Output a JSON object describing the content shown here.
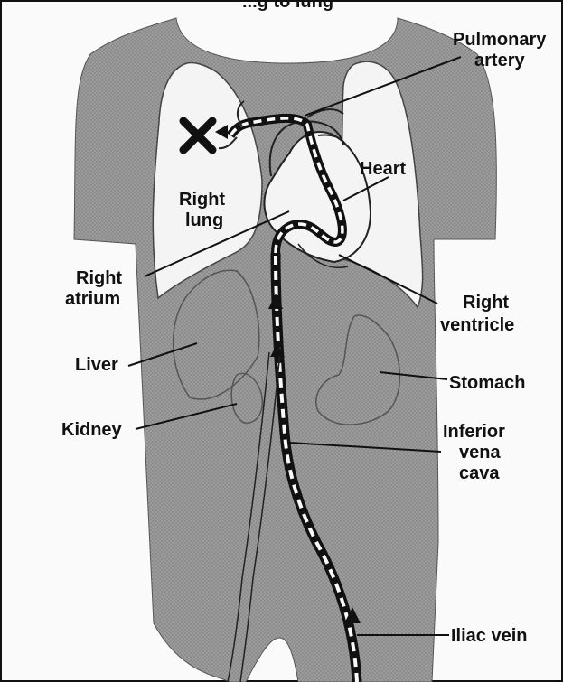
{
  "title_fragment": "...g to lung",
  "labels": {
    "pulmonary_artery_1": "Pulmonary",
    "pulmonary_artery_2": "artery",
    "heart": "Heart",
    "right_lung_1": "Right",
    "right_lung_2": "lung",
    "right_atrium_1": "Right",
    "right_atrium_2": "atrium",
    "right_ventricle_1": "Right",
    "right_ventricle_2": "ventricle",
    "liver": "Liver",
    "stomach": "Stomach",
    "kidney": "Kidney",
    "inferior_vena_cava_1": "Inferior",
    "inferior_vena_cava_2": "vena",
    "inferior_vena_cava_3": "cava",
    "iliac_vein": "Iliac vein"
  },
  "blockage_marker": "x-icon",
  "colors": {
    "body_fill": "#9a9a9a",
    "organ_fill": "#f4f4f4",
    "ink": "#111111",
    "paper": "#fafafa"
  }
}
